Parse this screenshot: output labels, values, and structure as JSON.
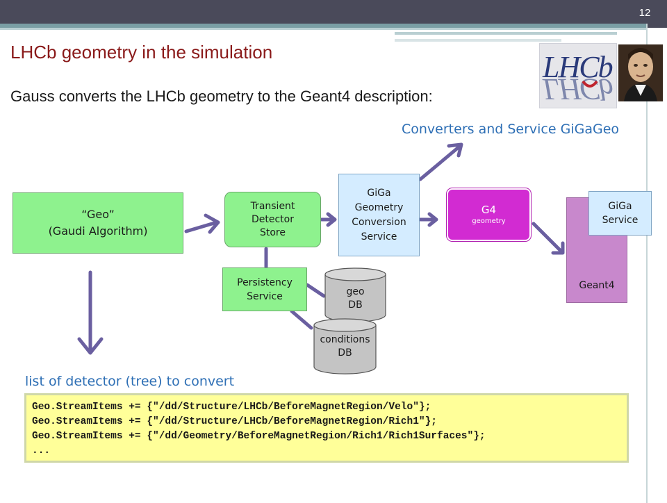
{
  "page_number": "12",
  "title": "LHCb geometry in the simulation",
  "subtitle": "Gauss converts the LHCb geometry to the Geant4 description:",
  "converters_label": "Converters and Service GiGaGeo",
  "logo_text": "LHCb",
  "diagram": {
    "geo_box": {
      "line1": "“Geo”",
      "line2": "(Gaudi Algorithm)"
    },
    "transient_store": {
      "line1": "Transient",
      "line2": "Detector",
      "line3": "Store"
    },
    "giga_conversion": {
      "line1": "GiGa",
      "line2": "Geometry",
      "line3": "Conversion",
      "line4": "Service"
    },
    "g4_geometry": {
      "line1": "G4",
      "line2": "geometry"
    },
    "geant4": "Geant4",
    "giga_service": {
      "line1": "GiGa",
      "line2": "Service"
    },
    "persistency": {
      "line1": "Persistency",
      "line2": "Service"
    },
    "geo_db": {
      "line1": "geo",
      "line2": "DB"
    },
    "conditions_db": {
      "line1": "conditions",
      "line2": "DB"
    }
  },
  "list_label": "list of detector (tree) to convert",
  "code_lines": [
    "Geo.StreamItems += {\"/dd/Structure/LHCb/BeforeMagnetRegion/Velo\"};",
    "Geo.StreamItems += {\"/dd/Structure/LHCb/BeforeMagnetRegion/Rich1\"};",
    "Geo.StreamItems += {\"/dd/Geometry/BeforeMagnetRegion/Rich1/Rich1Surfaces\"};",
    "..."
  ],
  "colors": {
    "title": "#8a1a1a",
    "accent_blue": "#2e6fb5",
    "arrow": "#6a5fa0",
    "green_box": "#8ef28e",
    "magenta_box": "#d22bd2",
    "code_bg": "#ffff99"
  }
}
